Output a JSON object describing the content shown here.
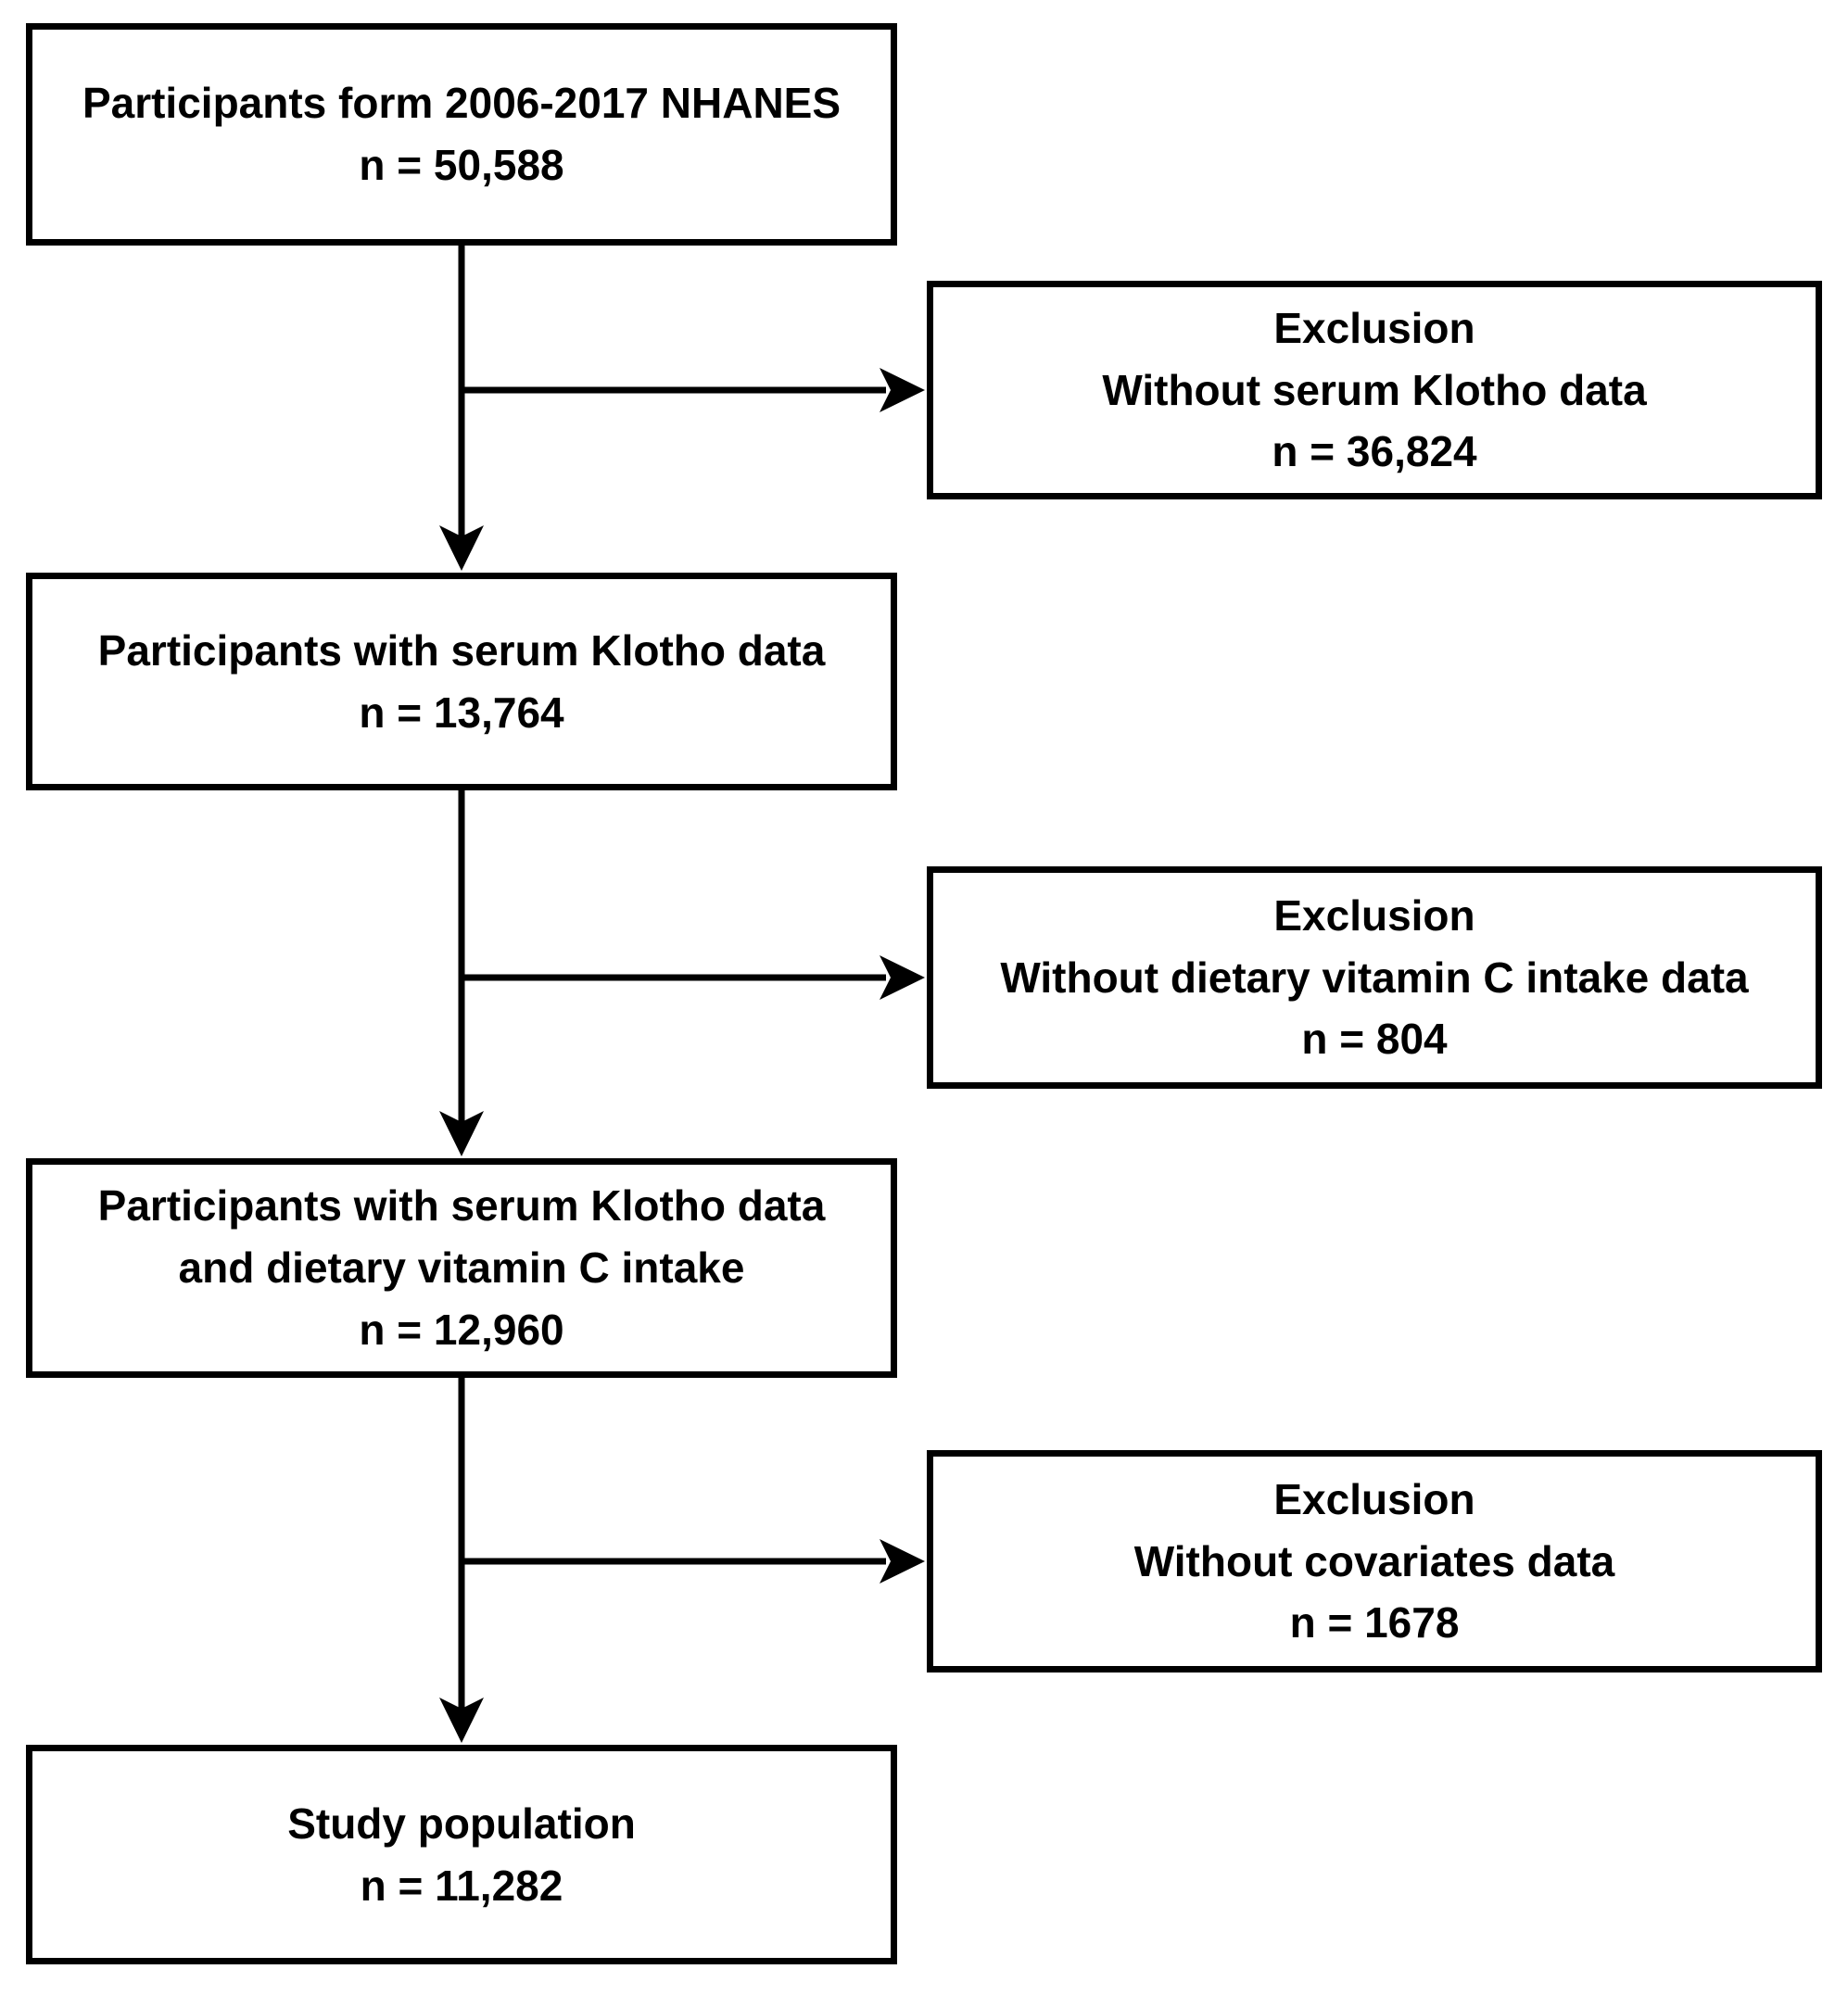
{
  "colors": {
    "ink": "#000000",
    "background": "#ffffff"
  },
  "flow": {
    "box1": {
      "line1": "Participants form 2006-2017 NHANES",
      "count": "n = 50,588"
    },
    "exclusion1": {
      "line1": "Exclusion",
      "line2": "Without serum Klotho data",
      "count": "n = 36,824"
    },
    "box2": {
      "line1": "Participants with serum Klotho data",
      "count": "n = 13,764"
    },
    "exclusion2": {
      "line1": "Exclusion",
      "line2": "Without dietary vitamin C intake data",
      "count": "n = 804"
    },
    "box3": {
      "line1": "Participants with serum Klotho data",
      "line2": "and dietary vitamin C intake",
      "count": "n = 12,960"
    },
    "exclusion3": {
      "line1": "Exclusion",
      "line2": "Without covariates data",
      "count": "n = 1678"
    },
    "box4": {
      "line1": "Study population",
      "count": "n = 11,282"
    }
  }
}
